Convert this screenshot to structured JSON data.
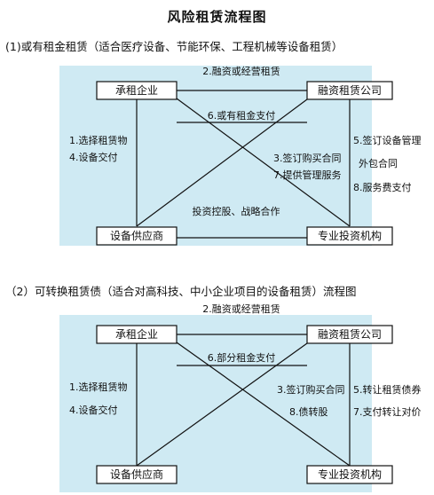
{
  "title": "风险租赁流程图",
  "sections": [
    {
      "heading": "(1)或有租金租赁（适合医疗设备、节能环保、工程机械等设备租赁）",
      "nodes": {
        "lessee": "承租企业",
        "lessor": "融资租赁公司",
        "supplier": "设备供应商",
        "investor": "专业投资机构"
      },
      "labels": {
        "top": "2.融资或经营租赁",
        "center": "6.或有租金支付",
        "left": [
          "1.选择租赁物",
          "4.设备交付"
        ],
        "mid_right": [
          "3.签订购买合同",
          "7.提供管理服务"
        ],
        "right": [
          "5.签订设备管理",
          "外包合同",
          "8.服务费支付"
        ],
        "bottom": "投资控股、战略合作"
      }
    },
    {
      "heading": "（2）可转换租赁债（适合对高科技、中小企业项目的设备租赁）流程图",
      "nodes": {
        "lessee": "承租企业",
        "lessor": "融资租赁公司",
        "supplier": "设备供应商",
        "investor": "专业投资机构"
      },
      "labels": {
        "top": "2.融资或经营租赁",
        "center": "6.部分租金支付",
        "left": [
          "1.选择租赁物",
          "4.设备交付"
        ],
        "mid_right": [
          "3.签订购买合同",
          "8.债转股"
        ],
        "right": [
          "5.转让租赁债券",
          "7.支付转让对价"
        ]
      }
    }
  ],
  "colors": {
    "panel_bg": "#cfeaf3",
    "box_border": "#111111",
    "line": "#111111"
  }
}
